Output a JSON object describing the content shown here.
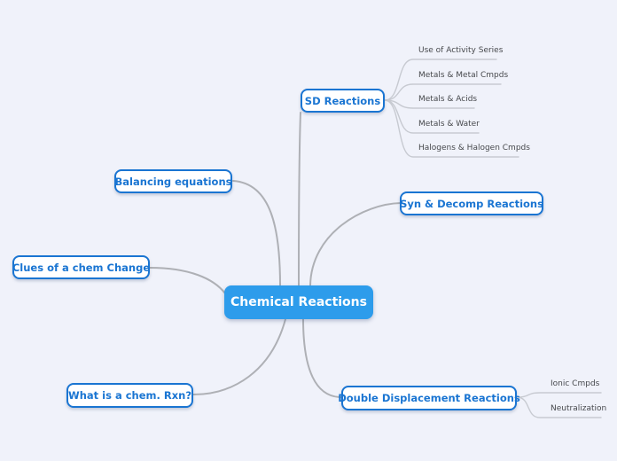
{
  "colors": {
    "background": "#f0f2fa",
    "root_fill": "#2d9ceb",
    "root_text": "#ffffff",
    "node_fill": "#ffffff",
    "node_border": "#1a75d2",
    "node_text": "#1a75d2",
    "connector": "#aeb0b5",
    "leaf_connector": "#c7cad1",
    "leaf_text": "#47494d"
  },
  "root": {
    "label": "Chemical Reactions"
  },
  "branches": {
    "sd": {
      "label": "SD Reactions",
      "children": [
        {
          "label": "Use of Activity Series"
        },
        {
          "label": "Metals & Metal Cmpds"
        },
        {
          "label": "Metals & Acids"
        },
        {
          "label": "Metals & Water"
        },
        {
          "label": "Halogens & Halogen Cmpds"
        }
      ]
    },
    "balancing": {
      "label": "Balancing equations"
    },
    "syn_decomp": {
      "label": "Syn & Decomp Reactions"
    },
    "clues": {
      "label": "Clues of a chem Change"
    },
    "what_is": {
      "label": "What is a chem. Rxn?"
    },
    "double_displacement": {
      "label": "Double Displacement Reactions",
      "children": [
        {
          "label": "Ionic Cmpds"
        },
        {
          "label": "Neutralization"
        }
      ]
    }
  }
}
